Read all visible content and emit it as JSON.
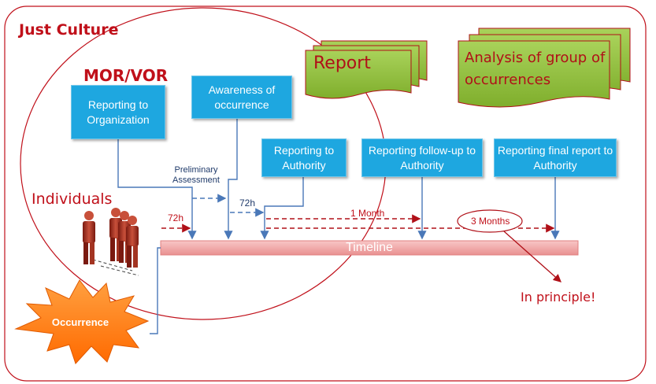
{
  "title": "Just Culture",
  "mor_vor": "MOR/VOR",
  "boxes": {
    "reporting_org": "Reporting to Organization",
    "awareness": "Awareness of occurrence",
    "reporting_authority": "Reporting to Authority",
    "followup": "Reporting follow-up to Authority",
    "final": "Reporting final report to Authority"
  },
  "report": "Report",
  "analysis": "Analysis of group of occurrences",
  "individuals": "Individuals",
  "occurrence": "Occurrence",
  "timeline": "Timeline",
  "preliminary": "Preliminary Assessment",
  "h72_a": "72h",
  "h72_b": "72h",
  "one_month": "1 Month",
  "three_months": "3 Months",
  "in_principle": "In principle!",
  "colors": {
    "red": "#c0101a",
    "blue_box": "#1ea7e0",
    "green_doc": "#8fbf3a",
    "orange_star": "#ff7a10",
    "timeline": "#f2a7a7",
    "connector": "#4a78b8"
  },
  "icons": [
    "people-figures-icon",
    "starburst-icon",
    "document-stack-icon"
  ]
}
